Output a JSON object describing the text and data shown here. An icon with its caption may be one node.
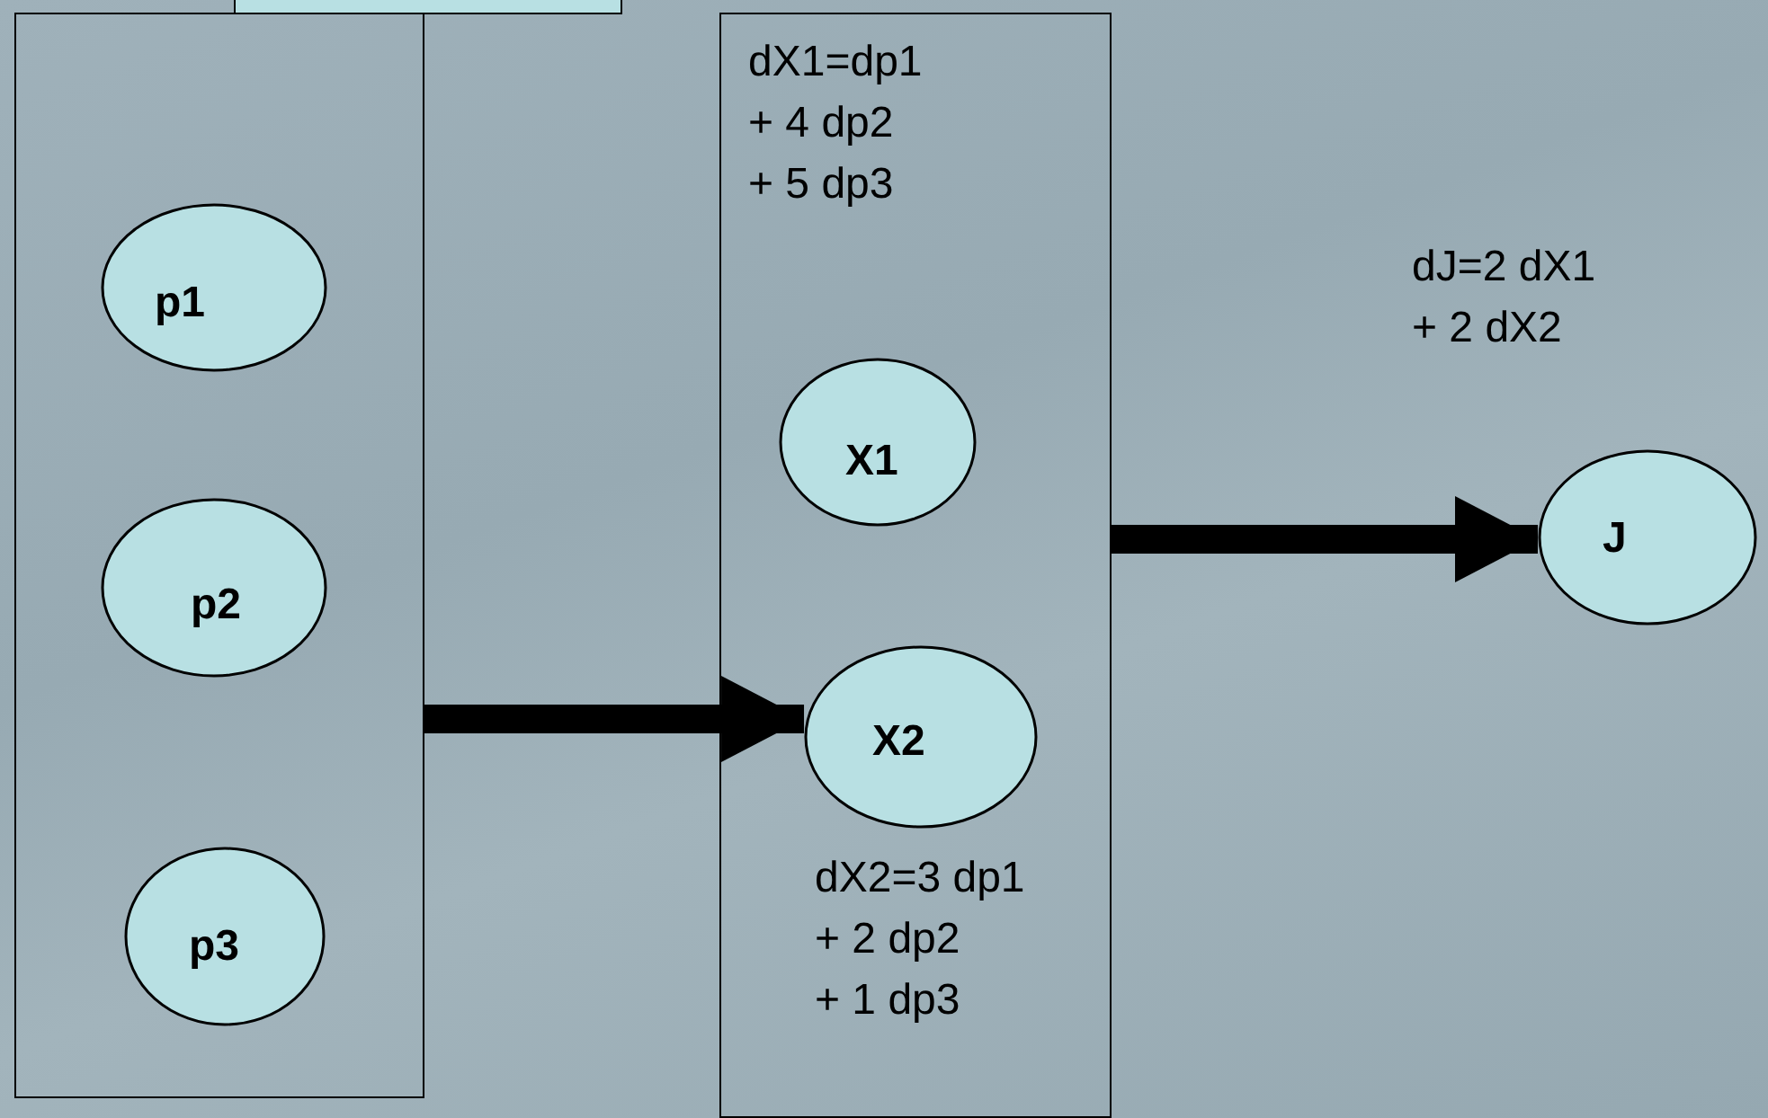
{
  "diagram": {
    "nodes": [
      {
        "text": [],
        "shape": "box"
      },
      {
        "text": [],
        "shape": "box"
      },
      {
        "text": [
          "p1"
        ],
        "in": 1
      },
      {
        "text": [
          "p2"
        ],
        "in": 1
      },
      {
        "text": [
          "p3"
        ],
        "in": 1
      },
      {
        "text": [
          "dX1=dp1 + 4 dp2 + 5 dp3",
          "dX2=3 dp1 + 2 dp2 + 1 dp3"
        ]
      },
      {
        "text": [
          "X1"
        ],
        "in": 5
      },
      {
        "text": [
          "X2"
        ],
        "in": 5
      },
      {
        "text": [
          "J"
        ],
        "beside": [
          "dJ=2 dX1 + 2 dX2"
        ]
      }
    ],
    "edges": [
      {
        "from": 1,
        "to": 7,
        "arrow": "to"
      },
      {
        "from": 5,
        "to": 8,
        "arrow": "to"
      }
    ]
  }
}
